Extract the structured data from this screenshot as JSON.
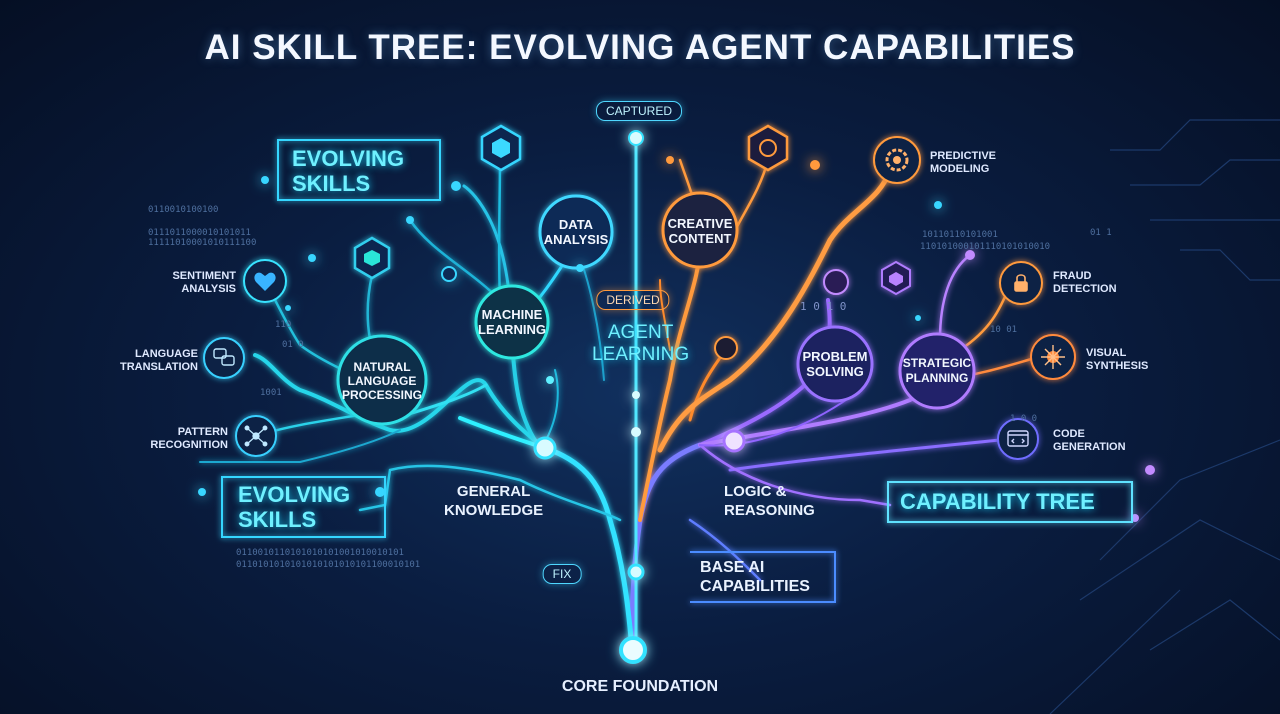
{
  "title": "AI SKILL TREE: EVOLVING AGENT CAPABILITIES",
  "colors": {
    "cyan": "#34e0ff",
    "teal": "#2fd0c8",
    "orange": "#ff9a3c",
    "purple": "#a673ff"
  },
  "nodes": {
    "data_analysis": "DATA\nANALYSIS",
    "machine_learning": "MACHINE\nLEARNING",
    "nlp": "NATURAL\nLANGUAGE\nPROCESSING",
    "creative_content": "CREATIVE\nCONTENT",
    "problem_solving": "PROBLEM\nSOLVING",
    "strategic_planning": "STRATEGIC\nPLANNING"
  },
  "side_labels": {
    "sentiment": "SENTIMENT\nANALYSIS",
    "translation": "LANGUAGE\nTRANSLATION",
    "pattern": "PATTERN\nRECOGNITION",
    "predictive": "PREDICTIVE\nMODELING",
    "fraud": "FRAUD\nDETECTION",
    "visual": "VISUAL\nSYNTHESIS",
    "code": "CODE\nGENERATION"
  },
  "callouts": {
    "evolving_top": "EVOLVING\nSKILLS",
    "evolving_bottom": "EVOLVING\nSKILLS",
    "capability_tree": "CAPABILITY TREE",
    "agent_learning": "AGENT\nLEARNING",
    "general_knowledge": "GENERAL\nKNOWLEDGE",
    "logic_reasoning": "LOGIC &\nREASONING",
    "base_ai": "BASE AI\nCAPABILITIES",
    "core_foundation": "CORE FOUNDATION"
  },
  "chips": {
    "captured": "CAPTURED",
    "derived": "DERIVED",
    "fix": "FIX"
  },
  "binary": {
    "b1": "0110010100100",
    "b2": "0111011000010101011",
    "b3": "11111010001010111100",
    "b4": "110",
    "b5": "01 0",
    "b6": "1001",
    "b7": "1 0   1 0",
    "b8": "10110110101001",
    "b9": "110101000101110101010010",
    "b10": "0110010110101010101001010010101",
    "b11": "0110101010101010101010101100010101",
    "b12": "10 01",
    "b13": "01 1",
    "b14": "1 0 0"
  }
}
